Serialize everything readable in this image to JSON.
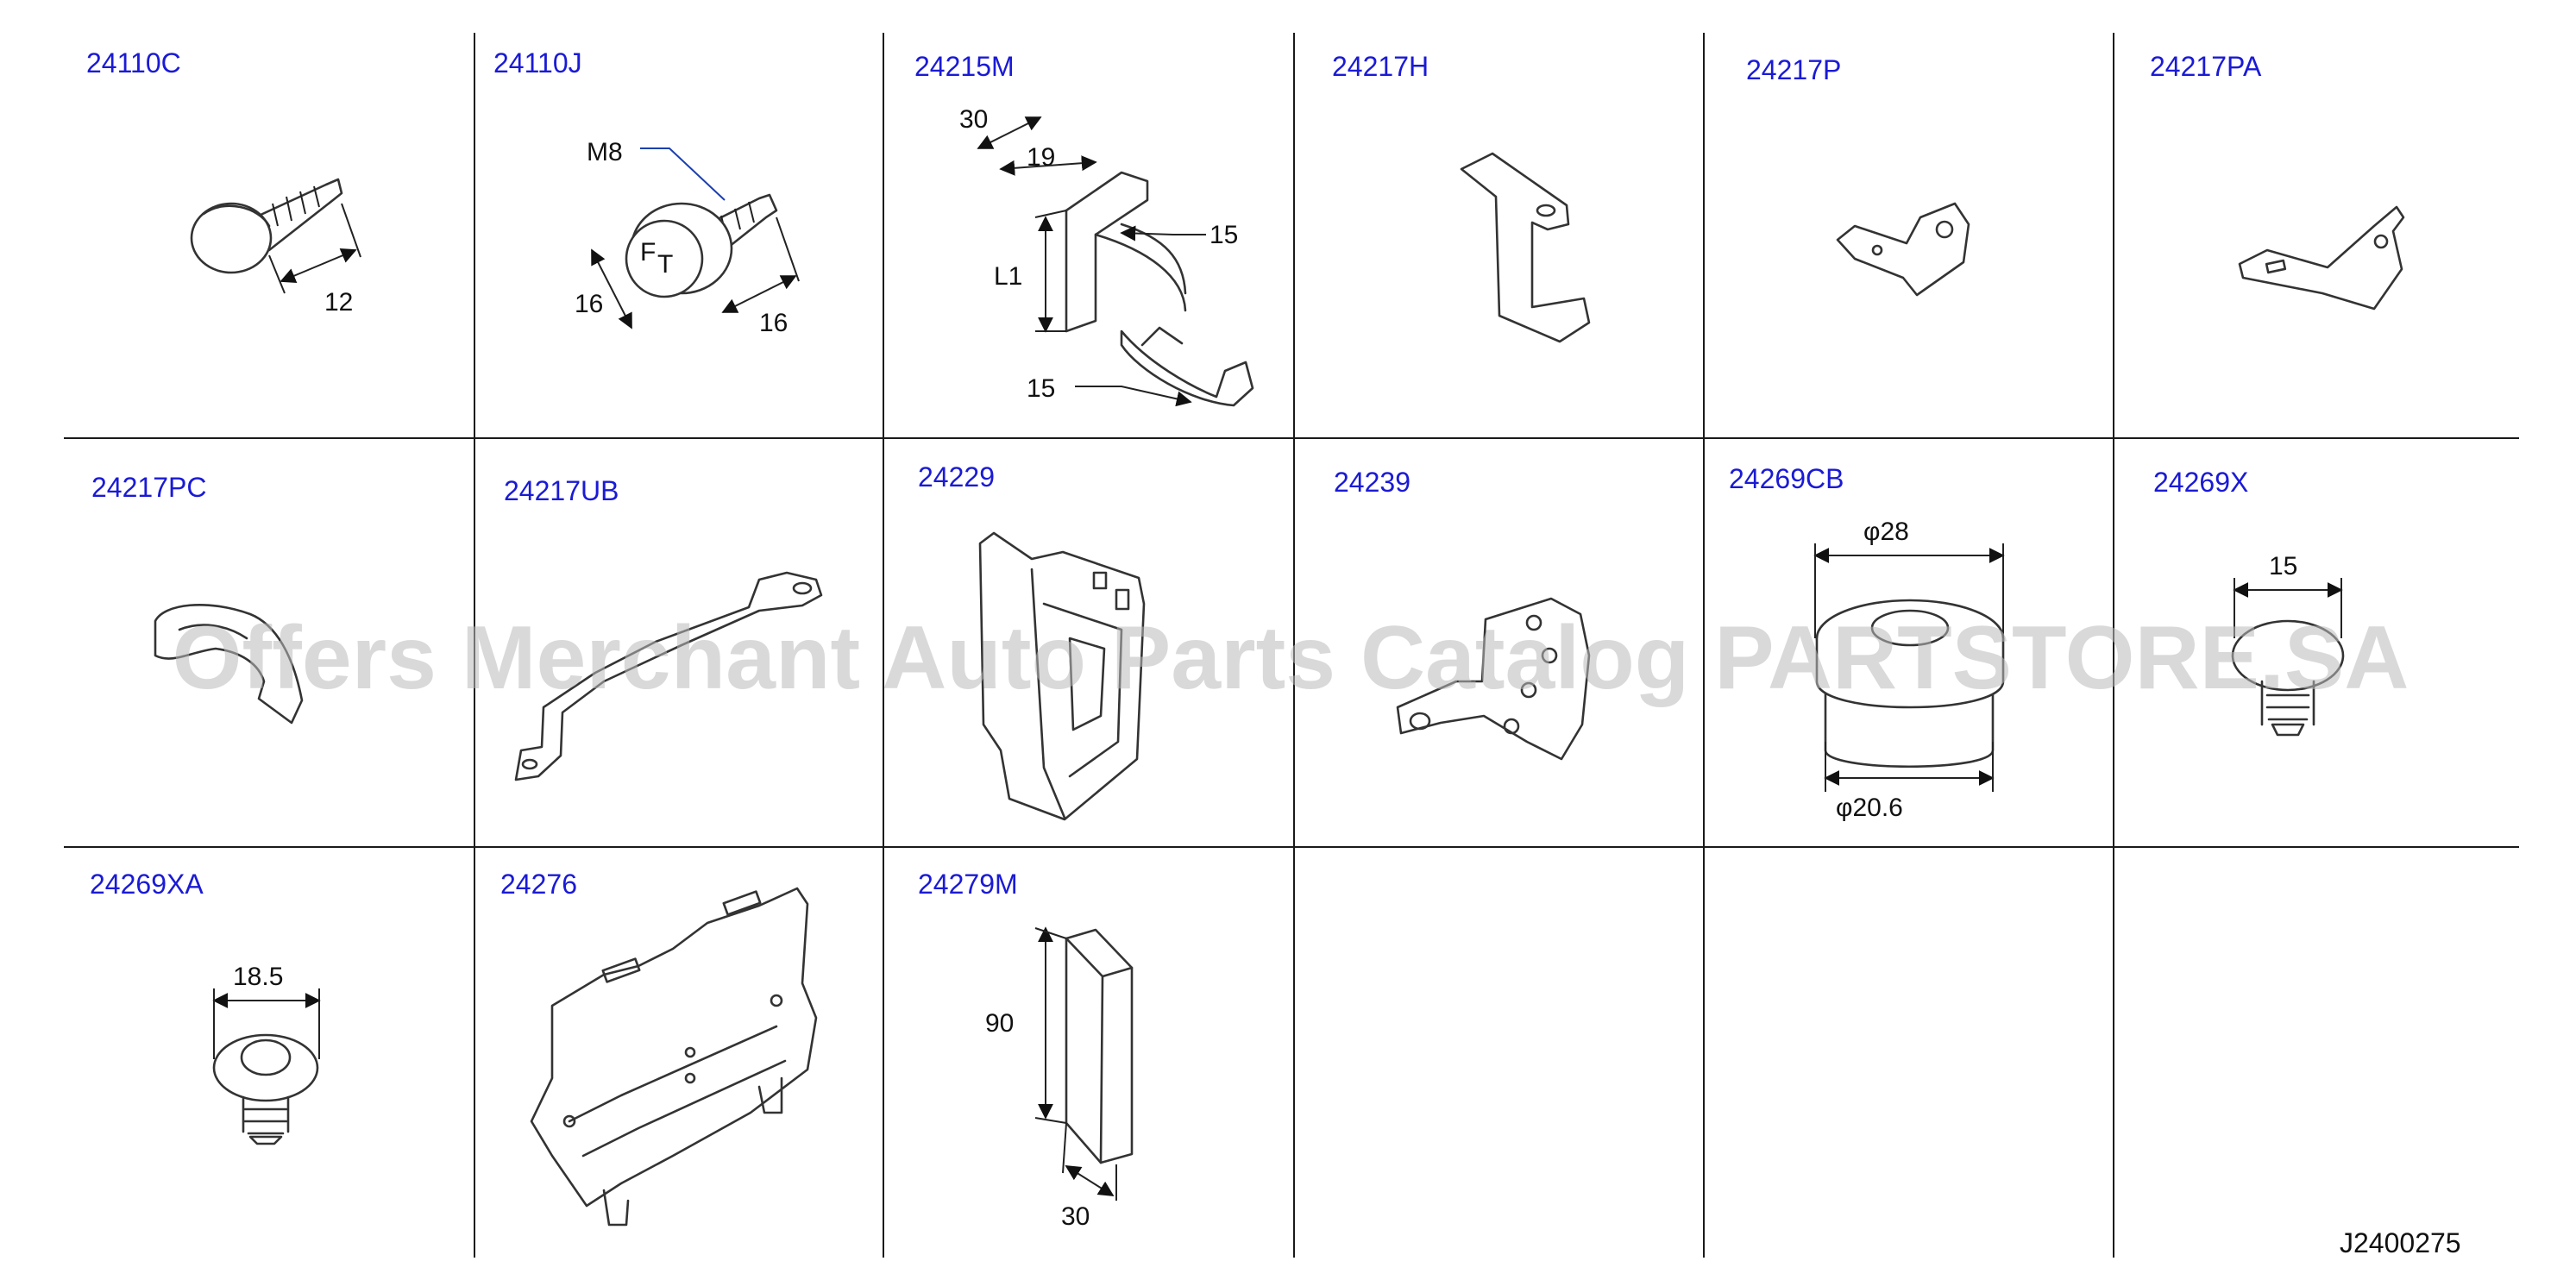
{
  "cells": [
    {
      "code": "24110C",
      "dims": [
        "12"
      ]
    },
    {
      "code": "24110J",
      "dims": [
        "M8",
        "16",
        "16"
      ]
    },
    {
      "code": "24215M",
      "dims": [
        "30",
        "19",
        "L1",
        "15",
        "15"
      ]
    },
    {
      "code": "24217H",
      "dims": []
    },
    {
      "code": "24217P",
      "dims": []
    },
    {
      "code": "24217PA",
      "dims": []
    },
    {
      "code": "24217PC",
      "dims": []
    },
    {
      "code": "24217UB",
      "dims": []
    },
    {
      "code": "24229",
      "dims": []
    },
    {
      "code": "24239",
      "dims": []
    },
    {
      "code": "24269CB",
      "dims": [
        "φ28",
        "φ20.6"
      ]
    },
    {
      "code": "24269X",
      "dims": [
        "15"
      ]
    },
    {
      "code": "24269XA",
      "dims": [
        "18.5"
      ]
    },
    {
      "code": "24276",
      "dims": []
    },
    {
      "code": "24279M",
      "dims": [
        "90",
        "30"
      ]
    }
  ],
  "watermark": "Offers Merchant Auto Parts Catalog PARTSTORE.SA",
  "reference_code": "J2400275",
  "colors": {
    "part_code": "#1a1ad6",
    "ink": "#333333",
    "leader": "#1a3fb0",
    "watermark": "#b9b9b9"
  }
}
